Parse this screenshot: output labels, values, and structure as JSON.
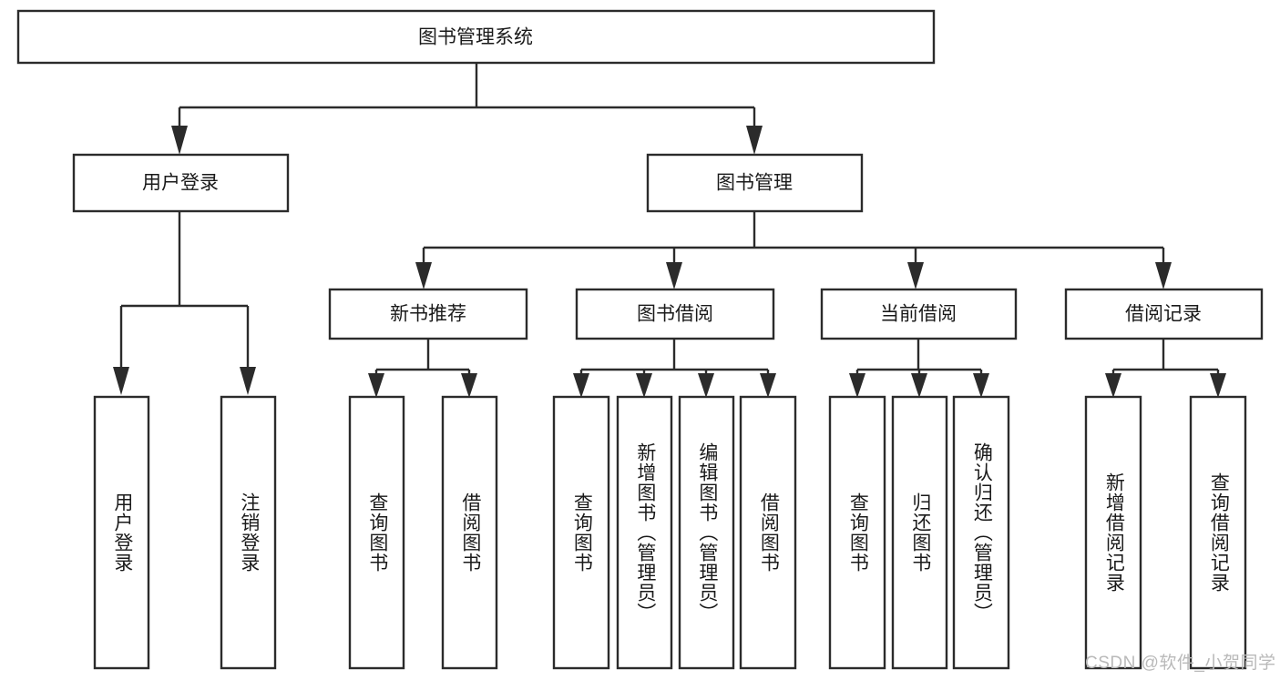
{
  "diagram": {
    "type": "tree-hierarchy-functional-decomposition",
    "title": "图书管理系统",
    "orientation": "top-down",
    "watermark": "CSDN @软件_小贺同学",
    "levels": [
      {
        "level": 1,
        "nodes": [
          {
            "id": "root",
            "label": "图书管理系统",
            "orientation": "horizontal"
          }
        ]
      },
      {
        "level": 2,
        "nodes": [
          {
            "id": "login",
            "label": "用户登录",
            "orientation": "horizontal",
            "parent": "root"
          },
          {
            "id": "bookmgmt",
            "label": "图书管理",
            "orientation": "horizontal",
            "parent": "root"
          }
        ]
      },
      {
        "level": 3,
        "nodes": [
          {
            "id": "newbook",
            "label": "新书推荐",
            "orientation": "horizontal",
            "parent": "bookmgmt"
          },
          {
            "id": "borrow",
            "label": "图书借阅",
            "orientation": "horizontal",
            "parent": "bookmgmt"
          },
          {
            "id": "current",
            "label": "当前借阅",
            "orientation": "horizontal",
            "parent": "bookmgmt"
          },
          {
            "id": "records",
            "label": "借阅记录",
            "orientation": "horizontal",
            "parent": "bookmgmt"
          }
        ]
      },
      {
        "level": 4,
        "nodes": [
          {
            "id": "leaf-1",
            "label": "用户登录",
            "orientation": "vertical",
            "parent": "login"
          },
          {
            "id": "leaf-2",
            "label": "注销登录",
            "orientation": "vertical",
            "parent": "login"
          },
          {
            "id": "leaf-3",
            "label": "查询图书",
            "orientation": "vertical",
            "parent": "newbook"
          },
          {
            "id": "leaf-4",
            "label": "借阅图书",
            "orientation": "vertical",
            "parent": "newbook"
          },
          {
            "id": "leaf-5",
            "label": "查询图书",
            "orientation": "vertical",
            "parent": "borrow"
          },
          {
            "id": "leaf-6",
            "label": "新增图书（管理员）",
            "orientation": "vertical",
            "parent": "borrow"
          },
          {
            "id": "leaf-7",
            "label": "编辑图书（管理员）",
            "orientation": "vertical",
            "parent": "borrow"
          },
          {
            "id": "leaf-8",
            "label": "借阅图书",
            "orientation": "vertical",
            "parent": "borrow"
          },
          {
            "id": "leaf-9",
            "label": "查询图书",
            "orientation": "vertical",
            "parent": "current"
          },
          {
            "id": "leaf-10",
            "label": "归还图书",
            "orientation": "vertical",
            "parent": "current"
          },
          {
            "id": "leaf-11",
            "label": "确认归还（管理员）",
            "orientation": "vertical",
            "parent": "current"
          },
          {
            "id": "leaf-12",
            "label": "新增借阅记录",
            "orientation": "vertical",
            "parent": "records"
          },
          {
            "id": "leaf-13",
            "label": "查询借阅记录",
            "orientation": "vertical",
            "parent": "records"
          }
        ]
      }
    ],
    "colors": {
      "box_stroke": "#2b2b2b",
      "box_fill": "#ffffff",
      "connector": "#2b2b2b",
      "text": "#1a1a1a",
      "watermark": "#b9b9b9",
      "background": "#ffffff"
    }
  }
}
